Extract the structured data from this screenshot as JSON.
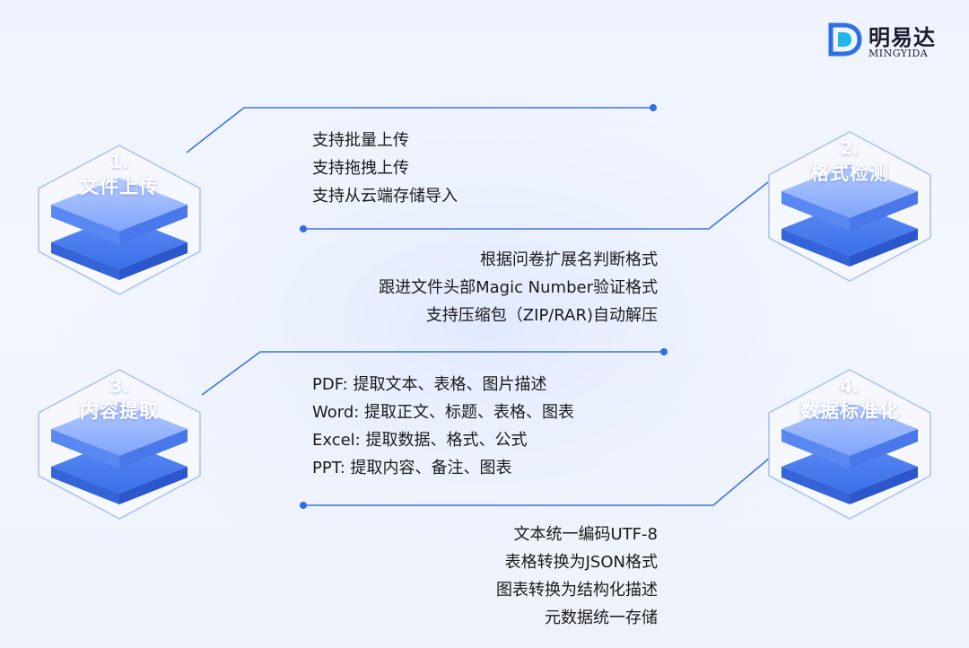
{
  "brand": {
    "name_cn": "明易达",
    "name_en": "MINGYIDA",
    "icon": "logo-d-mark",
    "color": "#2f6fe6"
  },
  "colors": {
    "accent": "#2f6fe6",
    "line": "#3d73e3",
    "tile_top": "#9ab9ff",
    "tile_side": "#4d7ff2"
  },
  "steps": [
    {
      "number": "1.",
      "title": "文件上传"
    },
    {
      "number": "2.",
      "title": "格式检测"
    },
    {
      "number": "3.",
      "title": "内容提取"
    },
    {
      "number": "4.",
      "title": "数据标准化"
    }
  ],
  "details": [
    {
      "lines": [
        "支持批量上传",
        "支持拖拽上传",
        "支持从云端存储导入"
      ]
    },
    {
      "lines": [
        "根据问卷扩展名判断格式",
        "跟进文件头部Magic Number验证格式",
        "支持压缩包（ZIP/RAR)自动解压"
      ]
    },
    {
      "lines": [
        "PDF: 提取文本、表格、图片描述",
        "Word: 提取正文、标题、表格、图表",
        "Excel: 提取数据、格式、公式",
        "PPT: 提取内容、备注、图表"
      ]
    },
    {
      "lines": [
        "文本统一编码UTF-8",
        "表格转换为JSON格式",
        "图表转换为结构化描述",
        "元数据统一存储"
      ]
    }
  ]
}
